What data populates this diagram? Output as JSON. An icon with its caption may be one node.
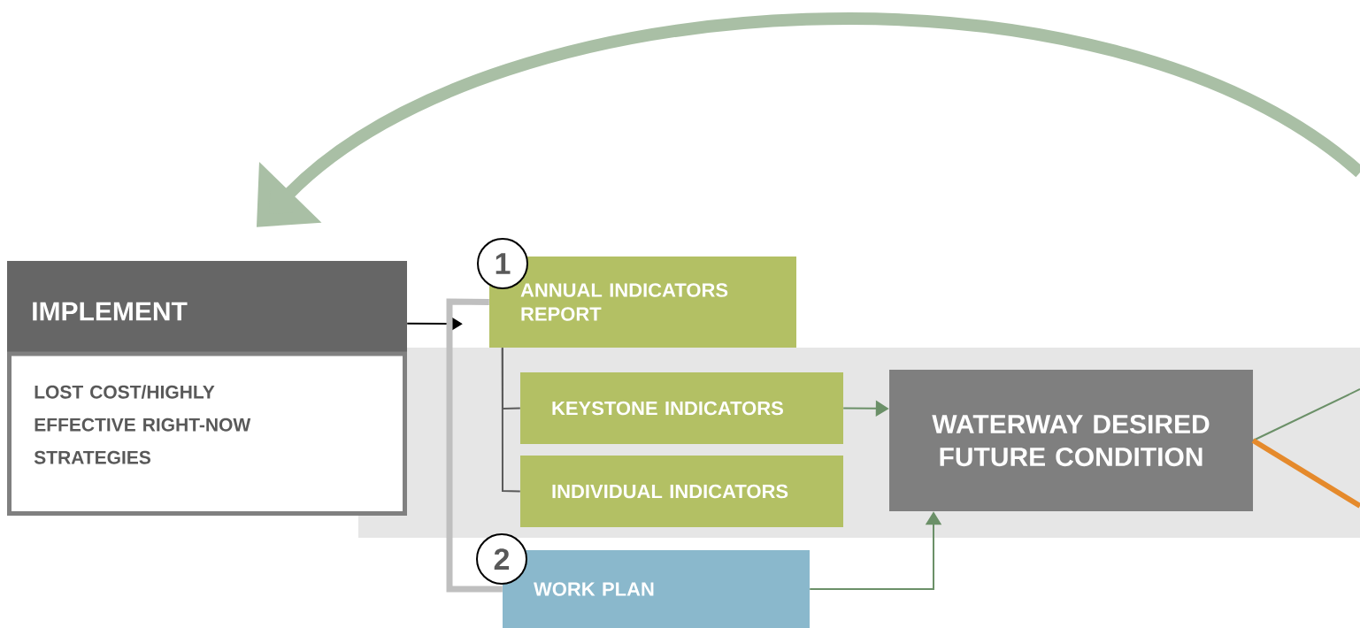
{
  "diagram": {
    "nodes": [
      {
        "text": [
          "IMPLEMENT",
          "LOST COST/HIGHLY EFFECTIVE RIGHT-NOW STRATEGIES"
        ]
      },
      {
        "text": [
          "1"
        ]
      },
      {
        "text": [
          "ANNUAL INDICATORS REPORT"
        ]
      },
      {
        "text": [
          "KEYSTONE INDICATORS"
        ]
      },
      {
        "text": [
          "INDIVIDUAL INDICATORS"
        ]
      },
      {
        "text": [
          "WATERWAY DESIRED FUTURE CONDITION"
        ]
      },
      {
        "text": [
          "2"
        ]
      },
      {
        "text": [
          "WORK PLAN"
        ]
      }
    ],
    "edges": [
      {
        "from": 0,
        "to": 2,
        "arrow": "to",
        "color": "#000000"
      },
      {
        "from": 2,
        "to": 7,
        "arrow": "none",
        "style": "thick",
        "color": "#bfbfbf"
      },
      {
        "from": 2,
        "to": 3,
        "arrow": "none",
        "color": "#5a5a5a"
      },
      {
        "from": 2,
        "to": 4,
        "arrow": "none",
        "color": "#5a5a5a"
      },
      {
        "from": 3,
        "to": 5,
        "arrow": "to",
        "color": "#6b9068"
      },
      {
        "from": 7,
        "to": 5,
        "arrow": "to",
        "color": "#6b9068"
      },
      {
        "from": 5,
        "to": null,
        "arrow": "none",
        "color": "#6b9068"
      },
      {
        "from": 5,
        "to": null,
        "arrow": "none",
        "style": "thick",
        "color": "#e58a2c"
      },
      {
        "from": null,
        "to": 0,
        "arrow": "to",
        "style": "thick",
        "color": "#a9bfa5"
      }
    ]
  }
}
